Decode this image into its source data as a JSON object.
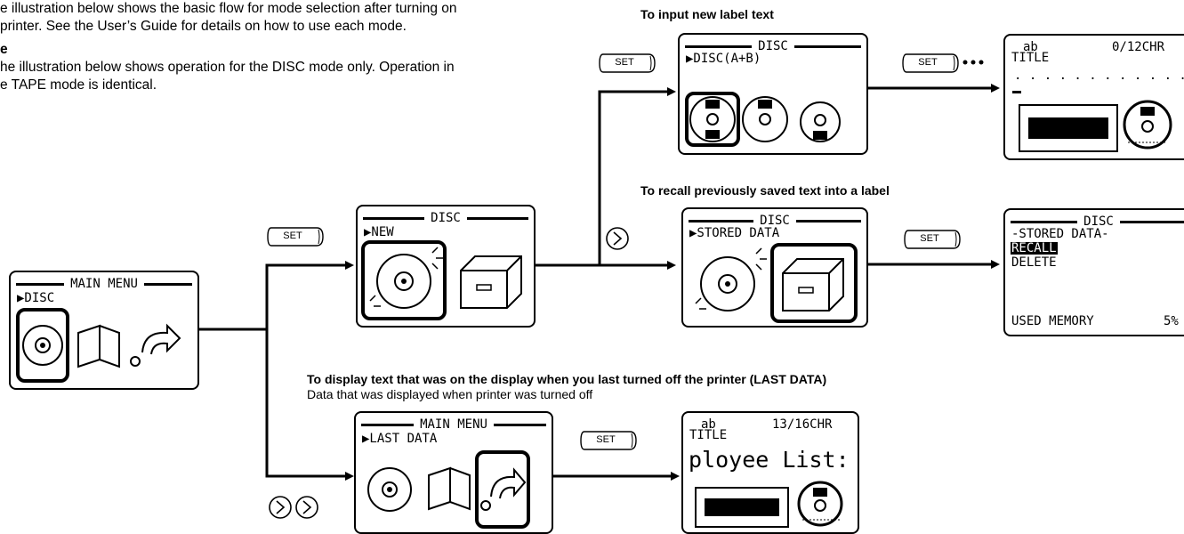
{
  "intro": {
    "line1": "e illustration below shows the basic flow for mode selection after turning on",
    "line2": "printer. See the User’s Guide for details on how to use each mode.",
    "sub": "e",
    "line3": "he illustration below shows operation for the DISC mode only. Operation in",
    "line4": "e TAPE mode is identical."
  },
  "captions": {
    "new_label": "To input new label text",
    "recall": "To recall previously saved text into a label",
    "last_data": "To display text that was on the display when you last turned off the printer (LAST DATA)",
    "last_data_sub": "Data that was displayed when printer was turned off"
  },
  "set_label": "SET",
  "ellipsis": "•••",
  "screens": {
    "main_menu": {
      "title": "MAIN MENU",
      "selection": "▶DISC"
    },
    "disc_new": {
      "title": "DISC",
      "selection": "▶NEW"
    },
    "disc_ab": {
      "title": "DISC",
      "selection": "▶DISC(A+B)"
    },
    "input_new": {
      "top": "ab",
      "counter": "0/12CHR",
      "field": "TITLE",
      "dots": "· · · · · · · · · · · ·"
    },
    "stored_data": {
      "title": "DISC",
      "selection": "▶STORED DATA"
    },
    "stored_menu": {
      "title": "DISC",
      "heading": "-STORED DATA-",
      "recall": "RECALL",
      "delete": "DELETE",
      "memory_label": "USED MEMORY",
      "memory_value": "5%"
    },
    "last_menu": {
      "title": "MAIN MENU",
      "selection": "▶LAST DATA"
    },
    "last_text": {
      "top": "ab",
      "counter": "13/16CHR",
      "field": "TITLE",
      "text": "ployee List:"
    }
  }
}
